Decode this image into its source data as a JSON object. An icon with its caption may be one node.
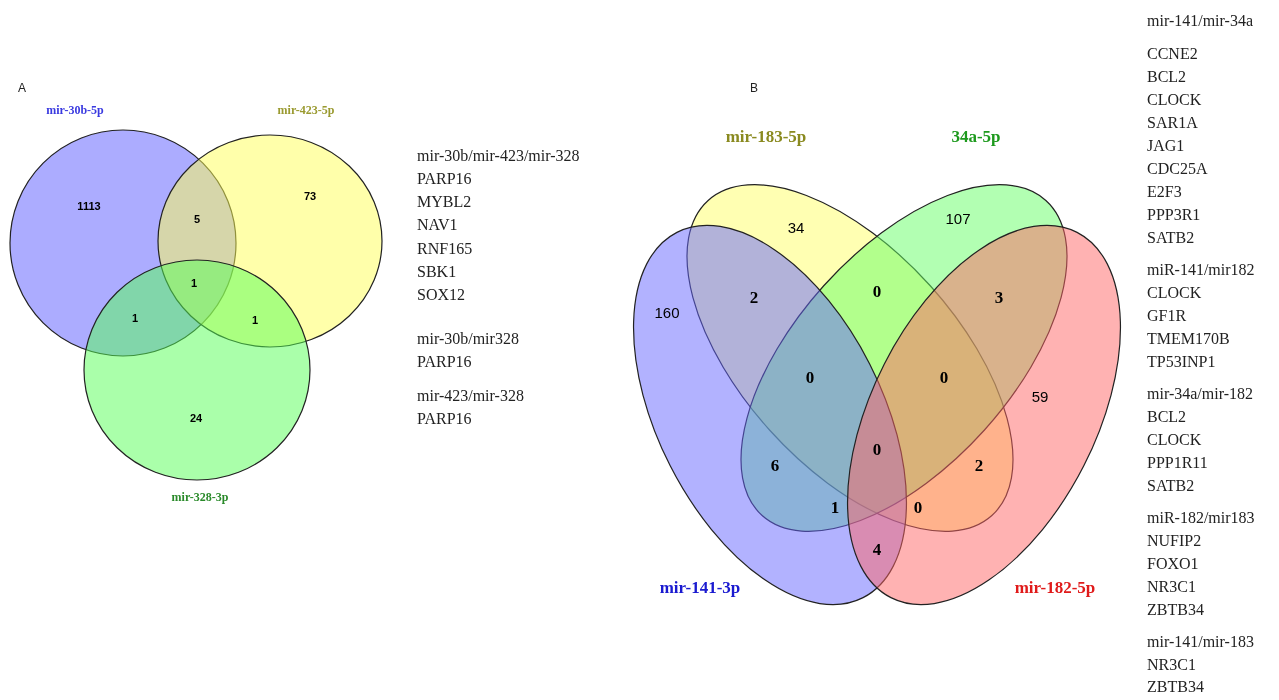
{
  "diagram": {
    "nodes": [
      {
        "text": [
          "mir-30b-5p"
        ]
      },
      {
        "text": [
          "mir-423-5p"
        ]
      },
      {
        "text": [
          "mir-328-3p"
        ]
      },
      {
        "text": [
          "mir-183-5p"
        ]
      },
      {
        "text": [
          "34a-5p"
        ]
      },
      {
        "text": [
          "mir-141-3p"
        ]
      },
      {
        "text": [
          "mir-182-5p"
        ]
      }
    ],
    "labels": [
      "A",
      "1113",
      "5",
      "73",
      "1",
      "1",
      "1",
      "24",
      "mir-30b/mir-423/mir-328",
      "PARP16",
      "MYBL2",
      "NAV1",
      "RNF165",
      "SBK1",
      "SOX12",
      "mir-30b/mir328",
      "PARP16",
      "mir-423/mir-328",
      "PARP16",
      "B",
      "34",
      "107",
      "160",
      "2",
      "0",
      "3",
      "0",
      "0",
      "59",
      "0",
      "6",
      "2",
      "1",
      "0",
      "4",
      "mir-141/mir-34a",
      "CCNE2",
      "BCL2",
      "CLOCK",
      "SAR1A",
      "JAG1",
      "CDC25A",
      "E2F3",
      "PPP3R1",
      "SATB2",
      "miR-141/mir182",
      "CLOCK",
      "GF1R",
      "TMEM170B",
      "TP53INP1",
      "mir-34a/mir-182",
      "BCL2",
      "CLOCK",
      "PPP1R11",
      "SATB2",
      "miR-182/mir183",
      "NUFIP2",
      "FOXO1",
      "NR3C1",
      "ZBTB34",
      "mir-141/mir-183",
      "NR3C1",
      "ZBTB34"
    ]
  }
}
